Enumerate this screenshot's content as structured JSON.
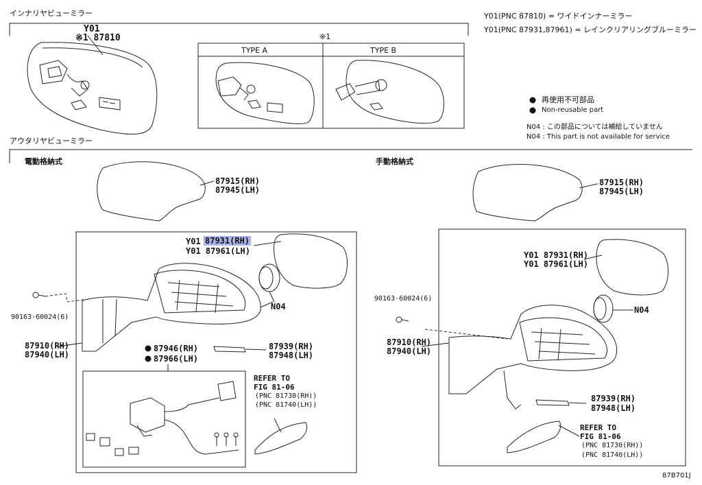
{
  "sections": {
    "inner_title": "インナリヤビューミラー",
    "outer_title": "アウタリヤビューミラー",
    "electric_title": "電動格納式",
    "manual_title": "手動格納式"
  },
  "inner": {
    "code_y01": "Y01",
    "code_main": "※1 87810",
    "asterisk": "※1",
    "type_a": "TYPE A",
    "type_b": "TYPE B"
  },
  "notes": {
    "line1": "Y01(PNC 87810) = ワイドインナーミラー",
    "line2": "Y01(PNC 87931,87961) = レインクリアリングブルーミラー"
  },
  "legend": {
    "reuse_jp": "再使用不可部品",
    "reuse_en": "Non-reusable part",
    "n04_jp": "N04 :  この部品については補給していません",
    "n04_en": "N04 :  This part is not available for service"
  },
  "electric": {
    "cover_rh": "87915(RH)",
    "cover_lh": "87945(LH)",
    "glass_prefix_rh": "Y01",
    "glass_rh": "87931(RH)",
    "glass_lh": "Y01 87961(LH)",
    "motor": "N04",
    "screw": "90163-60024(6)",
    "assy_rh": "87910(RH)",
    "assy_lh": "87940(LH)",
    "retract_rh": "87946(RH)",
    "retract_lh": "87966(LH)",
    "lamp_rh": "87939(RH)",
    "lamp_lh": "87948(LH)",
    "refer1": "REFER TO",
    "refer2": "FIG 81-06",
    "pnc1": "(PNC 81730(RH))",
    "pnc2": "(PNC 81740(LH))"
  },
  "manual": {
    "cover_rh": "87915(RH)",
    "cover_lh": "87945(LH)",
    "glass_rh": "Y01 87931(RH)",
    "glass_lh": "Y01 87961(LH)",
    "motor": "N04",
    "screw": "90163-60024(6)",
    "assy_rh": "87910(RH)",
    "assy_lh": "87940(LH)",
    "lamp_rh": "87939(RH)",
    "lamp_lh": "87948(LH)",
    "refer1": "REFER TO",
    "refer2": "FIG 81-06",
    "pnc1": "(PNC 81730(RH))",
    "pnc2": "(PNC 81740(LH))"
  },
  "figure_id": "87B701J"
}
